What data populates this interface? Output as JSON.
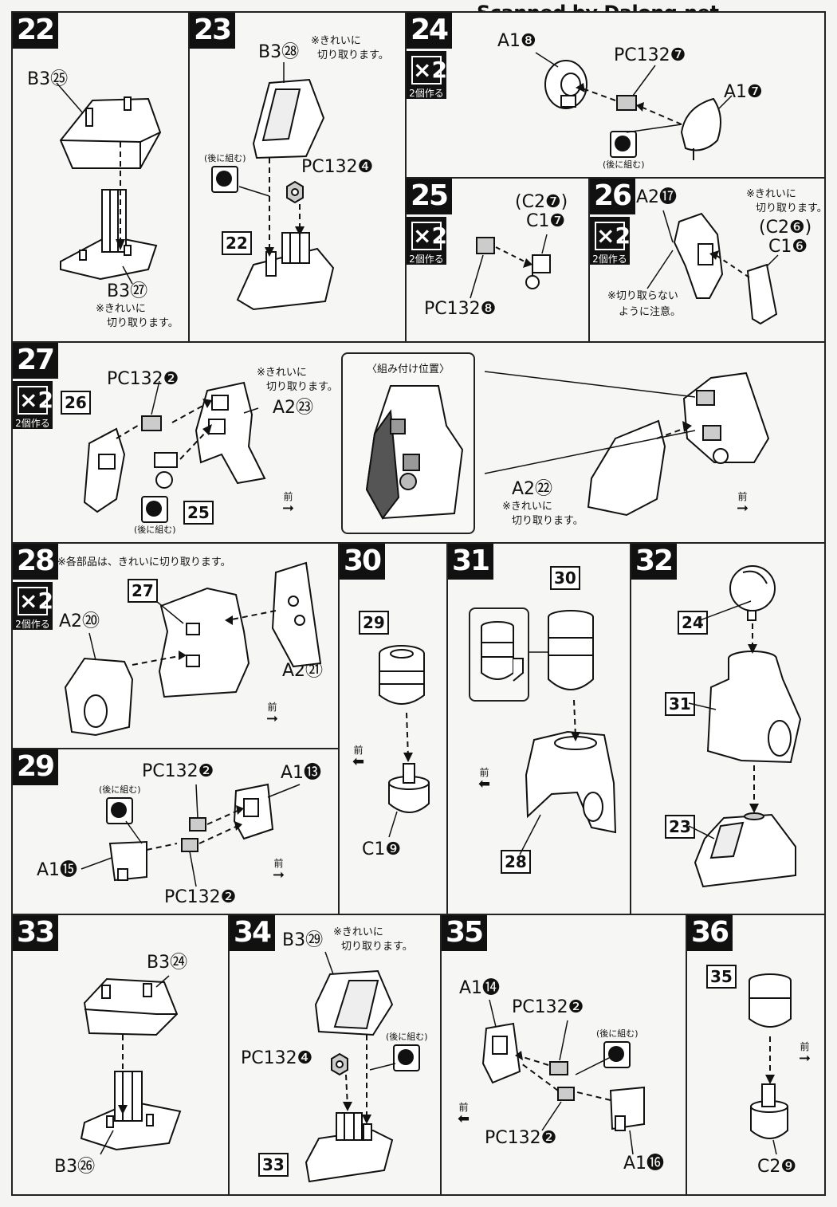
{
  "watermark": "Scanned by Dalong.net",
  "common": {
    "x2": "×2",
    "make_two": "2個作る",
    "clean_cut": "※きれいに",
    "clean_cut_2": "切り取ります。",
    "later": "(後に組む)",
    "front": "前"
  },
  "steps": {
    "s22": {
      "num": "22",
      "top": "B3㉕",
      "bottom": "B3㉗"
    },
    "s23": {
      "num": "23",
      "part": "B3㉘",
      "pc": "PC132❹",
      "ref": "22"
    },
    "s24": {
      "num": "24",
      "a1": "A1❽",
      "pc": "PC132❼",
      "a1b": "A1❼"
    },
    "s25": {
      "num": "25",
      "c2": "(C2❼)",
      "c1": "C1❼",
      "pc": "PC132❽"
    },
    "s26": {
      "num": "26",
      "a2": "A2⓱",
      "c2": "(C2❻)",
      "c1": "C1❻",
      "warn1": "※切り取らない",
      "warn2": "ように注意。"
    },
    "s27": {
      "num": "27",
      "pc": "PC132❷",
      "a2": "A2㉓",
      "ref26": "26",
      "ref25": "25",
      "pos": "〈組み付け位置〉",
      "a2b": "A2㉒"
    },
    "s28": {
      "num": "28",
      "note": "※各部品は、きれいに切り取ります。",
      "ref": "27",
      "a2a": "A2⑳",
      "a2b": "A2㉑"
    },
    "s29": {
      "num": "29",
      "pc_top": "PC132❷",
      "a1a": "A1⓭",
      "a1b": "A1⓯",
      "pc_bot": "PC132❷"
    },
    "s30": {
      "num": "30",
      "ref": "29",
      "c1": "C1❾"
    },
    "s31": {
      "num": "31",
      "ref30": "30",
      "ref28": "28"
    },
    "s32": {
      "num": "32",
      "ref24": "24",
      "ref31": "31",
      "ref23": "23"
    },
    "s33": {
      "num": "33",
      "top": "B3㉔",
      "bottom": "B3㉖"
    },
    "s34": {
      "num": "34",
      "part": "B3㉙",
      "pc": "PC132❹",
      "ref": "33"
    },
    "s35": {
      "num": "35",
      "a1a": "A1⓮",
      "pc_top": "PC132❷",
      "pc_bot": "PC132❷",
      "a1b": "A1⓰"
    },
    "s36": {
      "num": "36",
      "ref": "35",
      "c2": "C2❾"
    }
  }
}
